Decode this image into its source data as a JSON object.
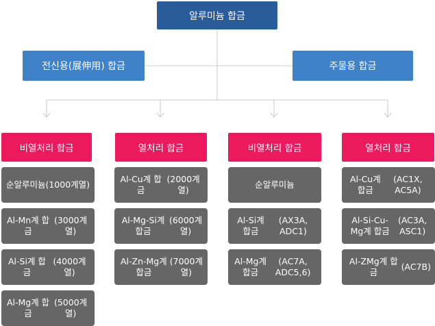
{
  "root": {
    "label": "알루미늄 합금"
  },
  "branches": [
    {
      "label": "전신용(展伸用) 합금"
    },
    {
      "label": "주물용 합금"
    }
  ],
  "categories": [
    {
      "label": "비열처리 합금"
    },
    {
      "label": "열처리 합금"
    },
    {
      "label": "비열처리 합금"
    },
    {
      "label": "열처리 합금"
    }
  ],
  "leaves": [
    [
      {
        "line1": "순알루미늄",
        "line2": "(1000계열)"
      },
      {
        "line1": "Al-Mn계 합금",
        "line2": "(3000계열)"
      },
      {
        "line1": "Al-Si계 합금",
        "line2": "(4000계열)"
      },
      {
        "line1": "Al-Mg계 합금",
        "line2": "(5000계열)"
      }
    ],
    [
      {
        "line1": "Al-Cu계 합금",
        "line2": "(2000계열)"
      },
      {
        "line1": "Al-Mg-Si계 합금",
        "line2": "(6000계열)"
      },
      {
        "line1": "Al-Zn-Mg계 합금",
        "line2": "(7000계열)"
      }
    ],
    [
      {
        "line1": "순알루미늄",
        "line2": ""
      },
      {
        "line1": "Al-Si계 합금",
        "line2": "(AX3A, ADC1)"
      },
      {
        "line1": "Al-Mg계 합금",
        "line2": "(AC7A, ADC5,6)"
      }
    ],
    [
      {
        "line1": "Al-Cu계 합금",
        "line2": "(AC1X, AC5A)"
      },
      {
        "line1": "Al-Si-Cu-Mg계 합금",
        "line2": "(AC3A, ASC1)"
      },
      {
        "line1": "Al-ZMg계 합금",
        "line2": "(AC7B)"
      }
    ]
  ],
  "colors": {
    "root": "#2a5c9c",
    "branch": "#3f82c8",
    "category": "#ec1a5c",
    "leaf": "#666666",
    "connector": "#c8c8c8"
  }
}
